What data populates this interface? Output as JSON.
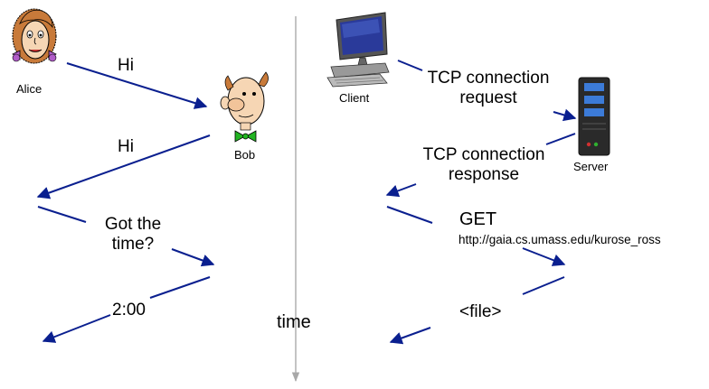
{
  "human": {
    "alice": "Alice",
    "bob": "Bob",
    "msg_hi_1": "Hi",
    "msg_hi_2": "Hi",
    "msg_got_time_line1": "Got the",
    "msg_got_time_line2": "time?",
    "msg_time_reply": "2:00"
  },
  "axis": {
    "time_label": "time"
  },
  "network": {
    "client": "Client",
    "server": "Server",
    "tcp_request_line1": "TCP connection",
    "tcp_request_line2": "request",
    "tcp_response_line1": "TCP connection",
    "tcp_response_line2": "response",
    "get": "GET",
    "get_url": "http://gaia.cs.umass.edu/kurose_ross",
    "file": "<file>"
  },
  "colors": {
    "arrow": "#0a1f8f",
    "time_axis": "#b0b0b0",
    "server_blue": "#3c7bd8",
    "bob_bowtie": "#22b422",
    "alice_bow": "#b05cc8",
    "hair": "#c87a3a",
    "skin": "#f6d6b4"
  }
}
